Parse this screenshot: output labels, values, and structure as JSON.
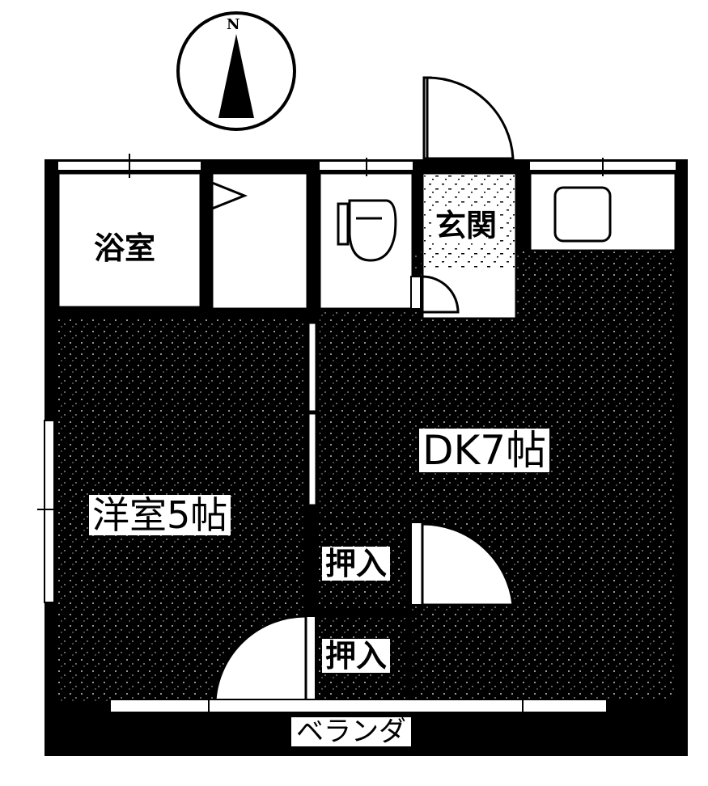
{
  "colors": {
    "floor": "#000000",
    "wall": "#000000",
    "paper": "#ffffff"
  },
  "icons": [
    "compass-icon",
    "door-swing-icon",
    "toilet-icon",
    "sink-icon"
  ],
  "compass": {
    "label": "N"
  },
  "rooms": {
    "bath": "浴室",
    "entry": "玄関",
    "dk": "DK7帖",
    "western": "洋室5帖",
    "closet_upper": "押入",
    "closet_lower": "押入",
    "veranda": "ベランダ"
  }
}
